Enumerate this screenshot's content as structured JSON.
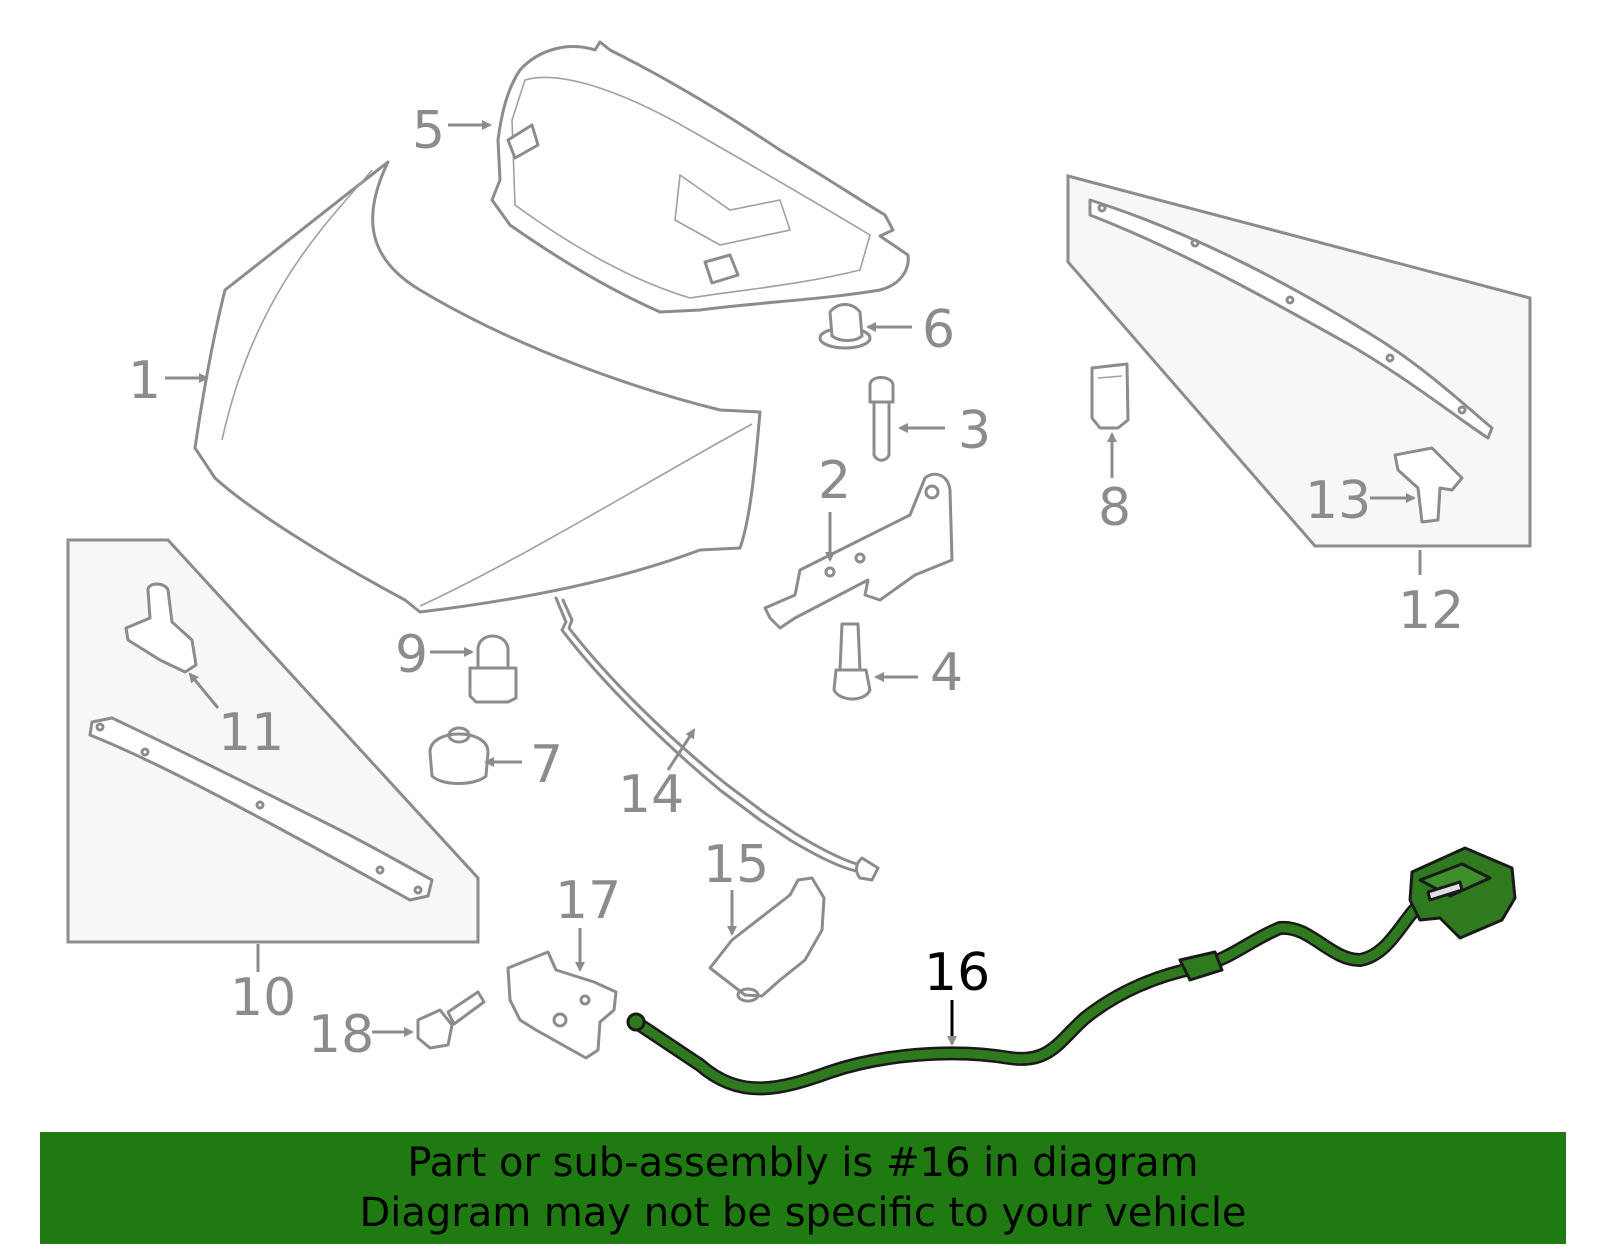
{
  "diagram": {
    "callouts": {
      "c1": "1",
      "c2": "2",
      "c3": "3",
      "c4": "4",
      "c5": "5",
      "c6": "6",
      "c7": "7",
      "c8": "8",
      "c9": "9",
      "c10": "10",
      "c11": "11",
      "c12": "12",
      "c13": "13",
      "c14": "14",
      "c15": "15",
      "c16": "16",
      "c17": "17",
      "c18": "18"
    },
    "highlighted_part": "16"
  },
  "banner": {
    "line1": "Part or sub-assembly is #16 in diagram",
    "line2": "Diagram may not be specific to your vehicle"
  },
  "colors": {
    "banner_bg": "#1f7a12",
    "highlight_fill": "#2f7a1f",
    "part_stroke": "#8c8c8c",
    "callout_text": "#8c8c8c"
  }
}
